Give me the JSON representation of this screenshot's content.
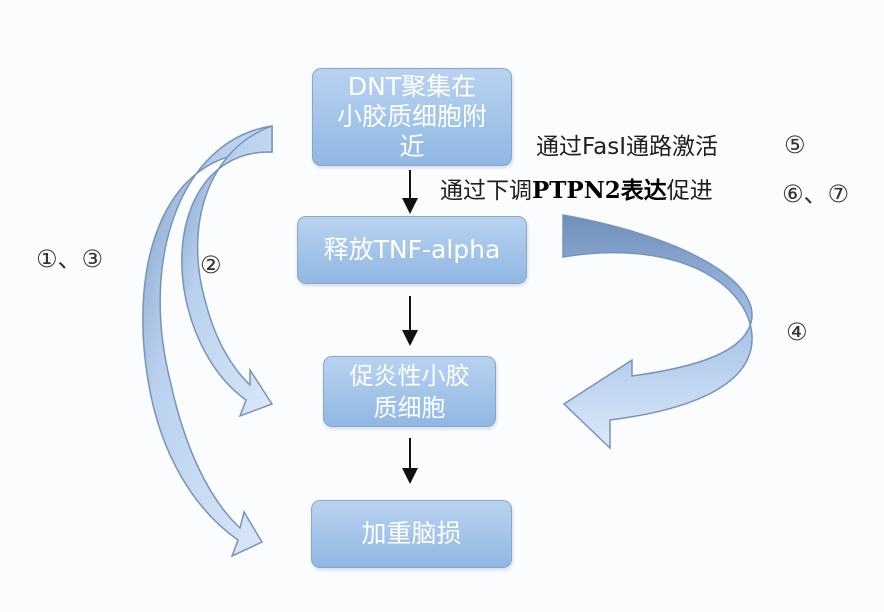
{
  "nodes": {
    "dnt": "DNT聚集在小胶质细胞附近",
    "tnf": "释放TNF-alpha",
    "inflam": "促炎性小胶质细胞",
    "injury": "加重脑损"
  },
  "labels": {
    "circled_1_3": "①、③",
    "circled_2": "②",
    "fasl_path": "通过FasI通路激活",
    "circled_5": "⑤",
    "ptpn2_prefix": "通过下调",
    "ptpn2_bold": "PTPN2表达",
    "ptpn2_suffix": "促进",
    "circled_6_7": "⑥、⑦",
    "circled_4": "④"
  },
  "colors": {
    "box_fill_top": "#b9d3f0",
    "box_fill_bottom": "#90b7e3",
    "box_border": "#8aa6c8",
    "curved_arrow_fill": "#c5daf2",
    "curved_arrow_stroke": "#7893b8"
  }
}
